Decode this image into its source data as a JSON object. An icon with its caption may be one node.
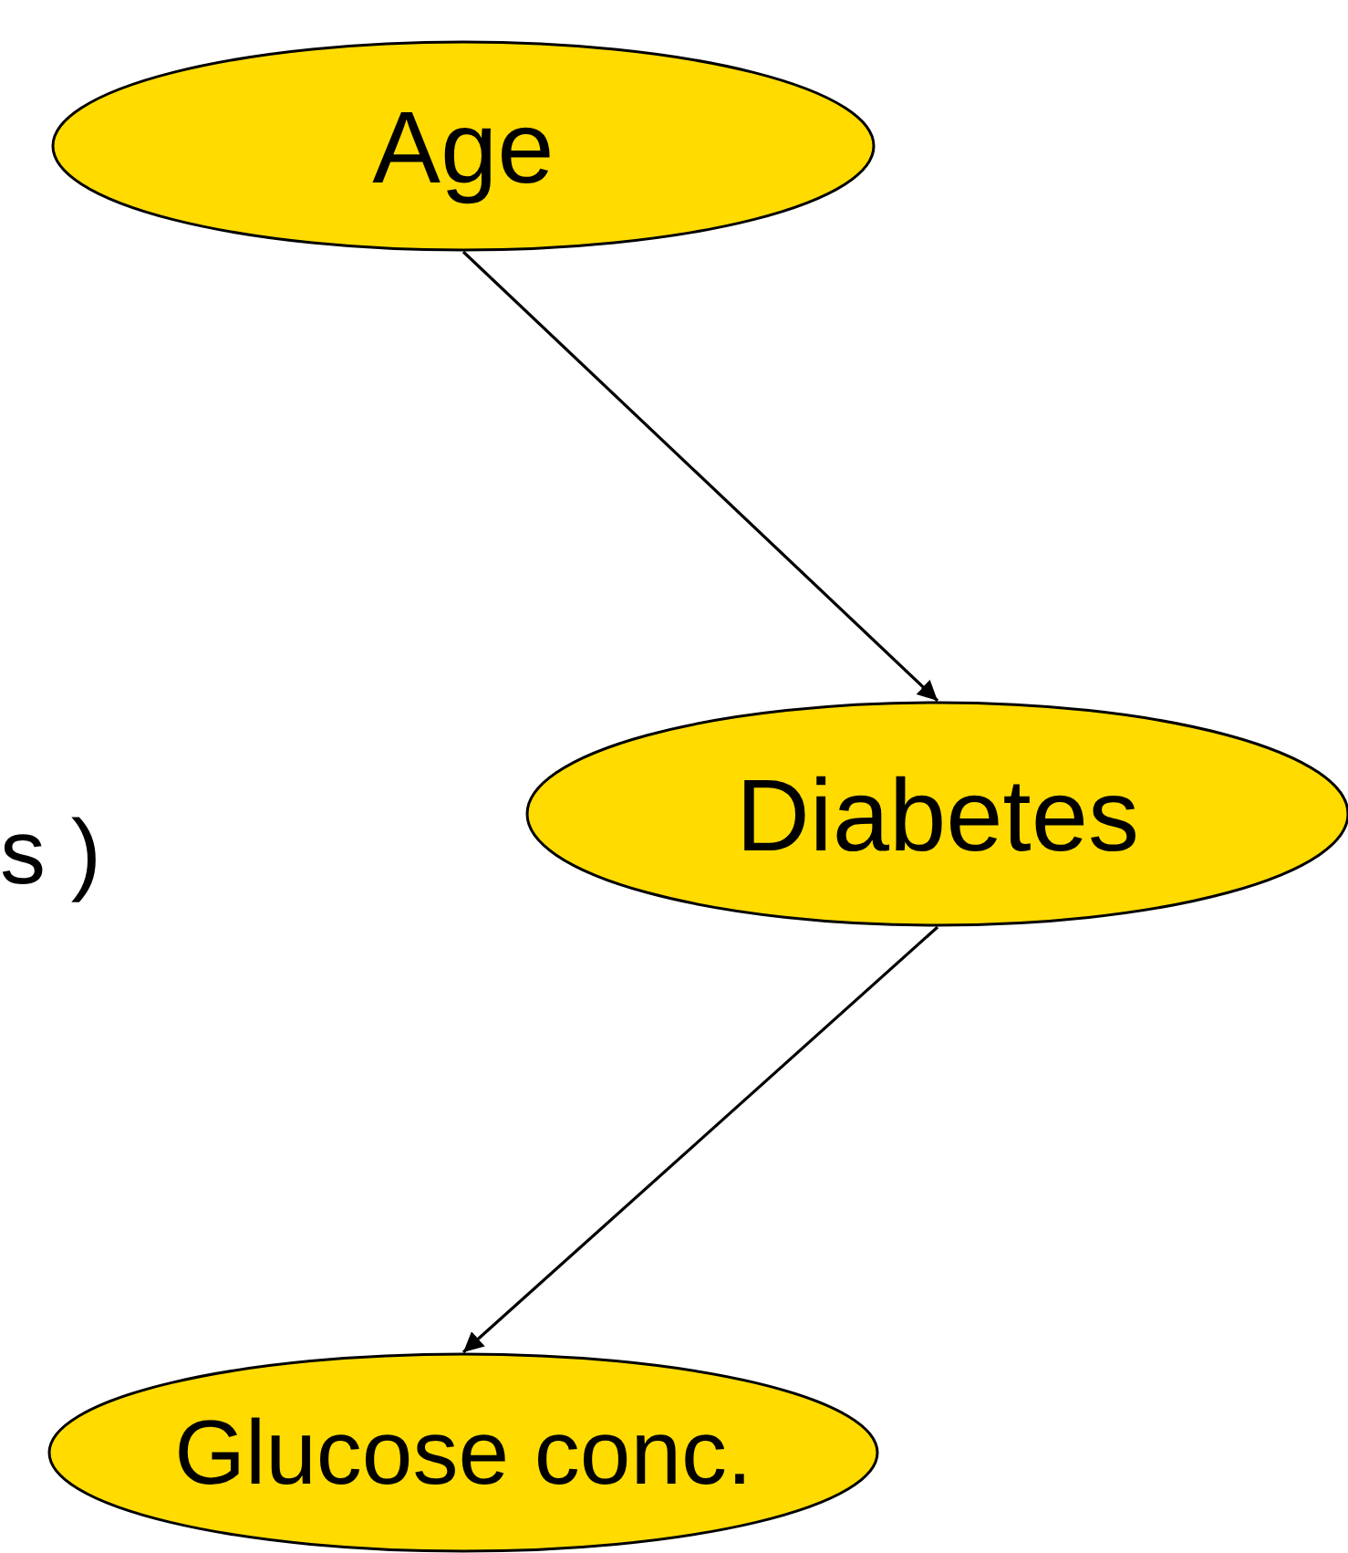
{
  "diagram": {
    "nodes": [
      {
        "text": [
          "Age"
        ]
      },
      {
        "text": [
          "Diabetes"
        ]
      },
      {
        "text": [
          "Glucose conc."
        ]
      }
    ],
    "edges": [
      {
        "from": 0,
        "to": 1,
        "arrow": "to"
      },
      {
        "from": 1,
        "to": 2,
        "arrow": "to"
      }
    ],
    "labels": [
      "s )"
    ]
  }
}
